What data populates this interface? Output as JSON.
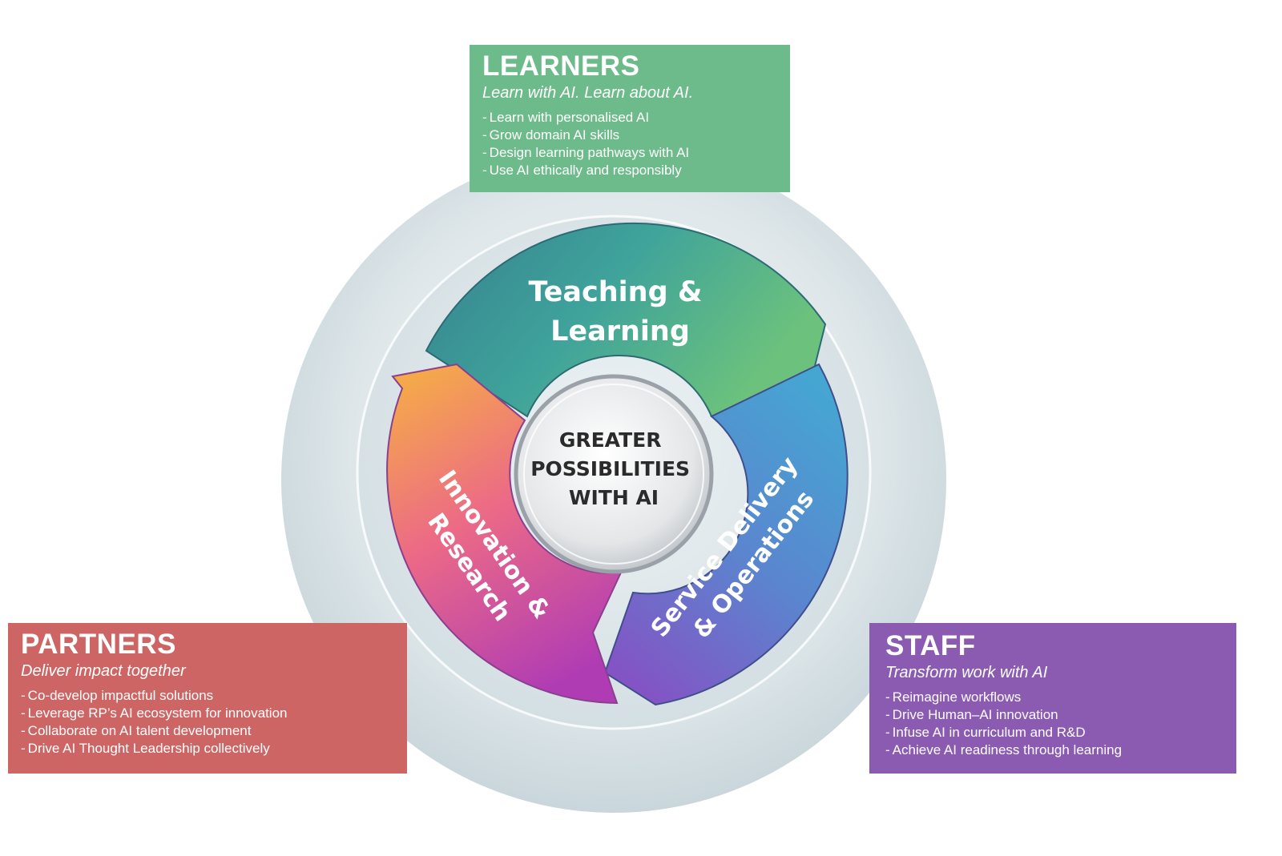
{
  "diagram": {
    "center": {
      "lines": [
        "GREATER",
        "POSSIBILITIES",
        "WITH AI"
      ]
    },
    "segments": [
      {
        "id": "teaching-learning",
        "lines": [
          "Teaching &",
          "Learning"
        ],
        "color_start": "#3a8f9e",
        "color_end": "#5fbf7f"
      },
      {
        "id": "service-delivery-operations",
        "lines": [
          "Service Delivery",
          "& Operations"
        ],
        "color_start": "#4aa0cf",
        "color_end": "#7a4fbf"
      },
      {
        "id": "innovation-research",
        "lines": [
          "Innovation &",
          "Research"
        ],
        "color_start": "#f3a24a",
        "color_end": "#b43fb0"
      }
    ]
  },
  "boxes": {
    "learners": {
      "title": "LEARNERS",
      "subtitle": "Learn with AI. Learn about AI.",
      "color": "#6dbb8b",
      "items": [
        "Learn with personalised AI",
        "Grow domain AI skills",
        "Design learning pathways with AI",
        "Use AI ethically and responsibly"
      ]
    },
    "partners": {
      "title": "PARTNERS",
      "subtitle": "Deliver impact together",
      "color": "#cd6565",
      "items": [
        "Co-develop impactful solutions",
        "Leverage RP’s AI ecosystem for innovation",
        "Collaborate on AI talent development",
        "Drive AI Thought Leadership collectively"
      ]
    },
    "staff": {
      "title": "STAFF",
      "subtitle": "Transform work with AI",
      "color": "#8a5bb0",
      "items": [
        "Reimagine workflows",
        "Drive Human–AI innovation",
        "Infuse AI in curriculum and R&D",
        "Achieve AI readiness through learning"
      ]
    }
  }
}
